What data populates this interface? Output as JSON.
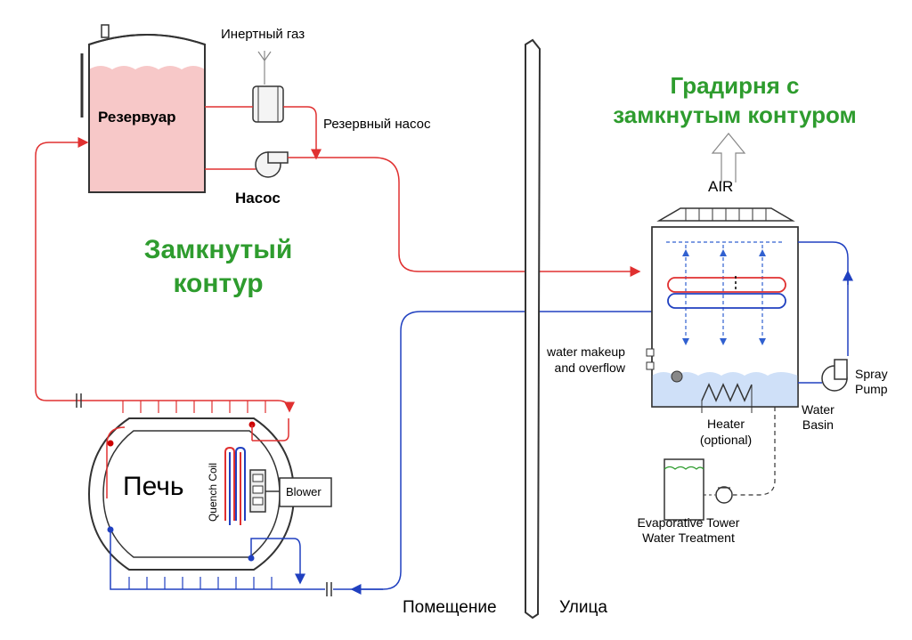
{
  "labels": {
    "inert_gas": "Инертный газ",
    "reservoir": "Резервуар",
    "backup_pump": "Резервный насос",
    "pump": "Насос",
    "closed_loop_line1": "Замкнутый",
    "closed_loop_line2": "контур",
    "tower_title_line1": "Градирня с",
    "tower_title_line2": "замкнутым контуром",
    "air": "AIR",
    "water_makeup_line1": "water makeup",
    "water_makeup_line2": "and overflow",
    "spray_pump_line1": "Spray",
    "spray_pump_line2": "Pump",
    "water_basin_line1": "Water",
    "water_basin_line2": "Basin",
    "heater_line1": "Heater",
    "heater_line2": "(optional)",
    "evap_line1": "Evaporative Tower",
    "evap_line2": "Water Treatment",
    "furnace": "Печь",
    "quench_coil": "Quench Coil",
    "blower": "Blower",
    "indoor": "Помещение",
    "outdoor": "Улица"
  },
  "colors": {
    "hot_line": "#e03030",
    "cold_line": "#2040c0",
    "reservoir_fill": "#f7c8c8",
    "basin_fill": "#cfe0f8",
    "green_text": "#2e9c2e"
  }
}
